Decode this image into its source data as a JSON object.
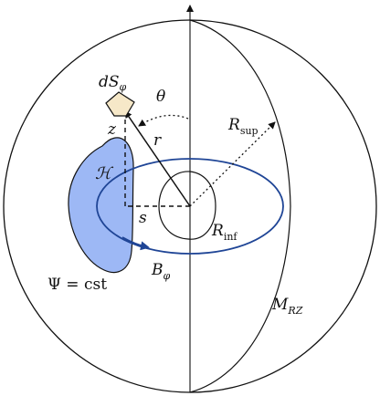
{
  "labels": {
    "dS": "dS",
    "phi": "φ",
    "theta": "θ",
    "r": "r",
    "z": "z",
    "s": "s",
    "H": "ℋ",
    "R": "R",
    "sup": "sup",
    "inf": "inf",
    "B": "B",
    "M": "M",
    "RZ": "RZ",
    "psi_eq": "Ψ = cst"
  },
  "colors": {
    "outline": "#111111",
    "hydro_region_fill": "#9db8f5",
    "field_line": "#1f4596",
    "surface_element_fill": "#f6e8c8"
  }
}
